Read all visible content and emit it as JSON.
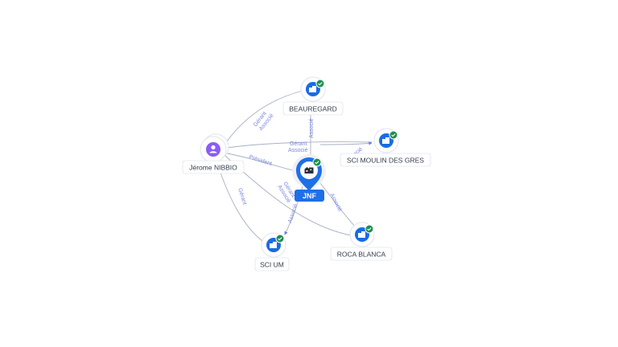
{
  "graph": {
    "center": {
      "label": "JNF",
      "icon": "company-icon",
      "verified": true
    },
    "person": {
      "label": "Jérome NIBBIO",
      "icon": "person-icon"
    },
    "companies": [
      {
        "id": "beauregard",
        "label": "BEAUREGARD",
        "icon": "company-icon",
        "verified": true
      },
      {
        "id": "moulin",
        "label": "SCI MOULIN DES GRES",
        "icon": "company-icon",
        "verified": true
      },
      {
        "id": "sci-um",
        "label": "SCI UM",
        "icon": "company-icon",
        "verified": true
      },
      {
        "id": "roca",
        "label": "ROCA BLANCA",
        "icon": "company-icon",
        "verified": true
      }
    ],
    "edge_labels": {
      "person_beauregard": [
        "Gérant",
        "Associé"
      ],
      "person_moulin": [
        "Gérant",
        "Associé"
      ],
      "person_center": [
        "Président"
      ],
      "person_sciUm": [
        "Gérant"
      ],
      "person_roca": [
        "Gérant",
        "Associé"
      ],
      "center_beauregard": [
        "Associé"
      ],
      "center_moulin": [
        "Associé"
      ],
      "center_sciUm": [
        "Associé"
      ],
      "center_roca": [
        "Associé"
      ]
    },
    "colors": {
      "accent": "#1f6fe8",
      "person": "#8b5cf6",
      "verified": "#1f8f4f",
      "edge_label": "#7a86d8"
    }
  }
}
